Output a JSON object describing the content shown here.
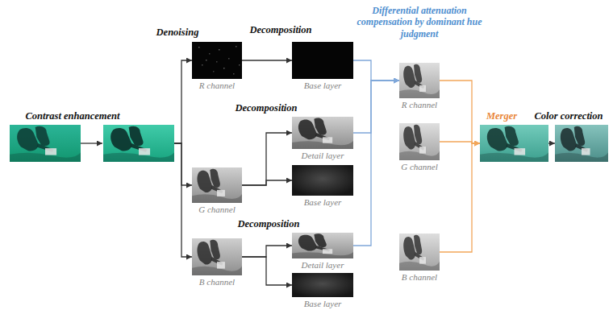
{
  "diagram": {
    "nodes": [
      {
        "text": [
          "Contrast enhancement"
        ]
      },
      {
        "text": [
          "R channel"
        ]
      },
      {
        "text": [
          "Base layer"
        ]
      },
      {
        "text": [
          "G channel"
        ]
      },
      {
        "text": [
          "Detail layer"
        ]
      },
      {
        "text": [
          "Base layer"
        ]
      },
      {
        "text": [
          "B channel"
        ]
      },
      {
        "text": [
          "Detail layer"
        ]
      },
      {
        "text": [
          "Base layer"
        ]
      },
      {
        "text": [
          "R channel"
        ]
      },
      {
        "text": [
          "G channel"
        ]
      },
      {
        "text": [
          "B channel"
        ]
      },
      {
        "text": [
          "Merger"
        ]
      },
      {
        "text": [
          "Color correction"
        ]
      }
    ],
    "edges": [
      {
        "from": 0,
        "to": 1,
        "arrow": "to"
      },
      {
        "from": 0,
        "to": 3,
        "arrow": "to"
      },
      {
        "from": 0,
        "to": 6,
        "arrow": "to"
      },
      {
        "from": 1,
        "to": 2,
        "arrow": "to"
      },
      {
        "from": 3,
        "to": 4,
        "arrow": "to"
      },
      {
        "from": 3,
        "to": 5,
        "arrow": "to"
      },
      {
        "from": 6,
        "to": 7,
        "arrow": "to"
      },
      {
        "from": 6,
        "to": 8,
        "arrow": "to"
      },
      {
        "from": 2,
        "to": 9,
        "arrow": "to"
      },
      {
        "from": 4,
        "to": 9,
        "arrow": "to"
      },
      {
        "from": 7,
        "to": 9,
        "arrow": "to"
      },
      {
        "from": 9,
        "to": 12,
        "arrow": "to"
      },
      {
        "from": 10,
        "to": 12,
        "arrow": "to"
      },
      {
        "from": 11,
        "to": 12,
        "arrow": "to"
      },
      {
        "from": 12,
        "to": 13,
        "arrow": "to"
      }
    ],
    "labels": [
      "Denoising",
      "Decomposition",
      "Decomposition",
      "Decomposition",
      "Differential attenuation compensation by dominant hue judgment"
    ]
  }
}
